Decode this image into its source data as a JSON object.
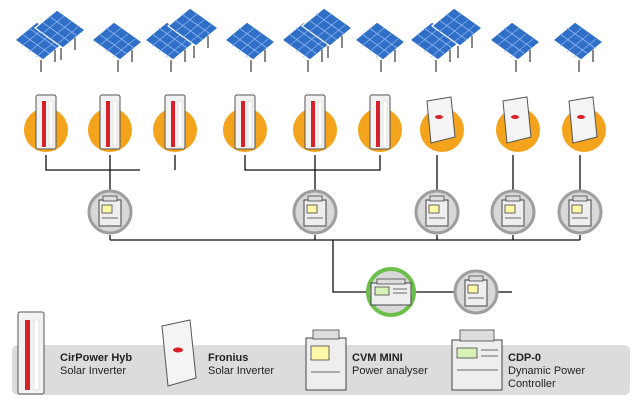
{
  "legend": {
    "cirpower": {
      "name": "CirPower Hyb",
      "desc": "Solar Inverter"
    },
    "fronius": {
      "name": "Fronius",
      "desc": "Solar Inverter"
    },
    "cvm": {
      "name": "CVM MINI",
      "desc": "Power analyser"
    },
    "cdp": {
      "name": "CDP-0",
      "desc1": "Dynamic Power",
      "desc2": "Controller"
    }
  },
  "colors": {
    "orange": "#f4a41c",
    "inverter_red": "#d8202a",
    "meter_ring": "#9e9e9e",
    "controller_ring": "#6cc04a",
    "panel_blue": "#2f6fc8",
    "legend_band": "#dcdcdc",
    "wire": "#111111"
  },
  "icons": [
    "solar-panel-icon",
    "cirpower-inverter-icon",
    "fronius-inverter-icon",
    "power-analyser-icon",
    "power-controller-icon"
  ]
}
